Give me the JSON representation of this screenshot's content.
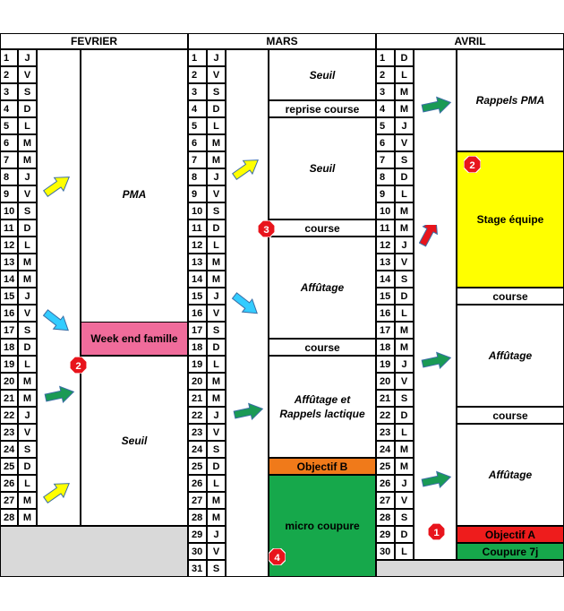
{
  "months": [
    {
      "name": "FEVRIER",
      "days": [
        {
          "n": "1",
          "d": "J"
        },
        {
          "n": "2",
          "d": "V"
        },
        {
          "n": "3",
          "d": "S"
        },
        {
          "n": "4",
          "d": "D"
        },
        {
          "n": "5",
          "d": "L"
        },
        {
          "n": "6",
          "d": "M"
        },
        {
          "n": "7",
          "d": "M"
        },
        {
          "n": "8",
          "d": "J"
        },
        {
          "n": "9",
          "d": "V"
        },
        {
          "n": "10",
          "d": "S"
        },
        {
          "n": "11",
          "d": "D"
        },
        {
          "n": "12",
          "d": "L"
        },
        {
          "n": "13",
          "d": "M"
        },
        {
          "n": "14",
          "d": "M"
        },
        {
          "n": "15",
          "d": "J"
        },
        {
          "n": "16",
          "d": "V"
        },
        {
          "n": "17",
          "d": "S"
        },
        {
          "n": "18",
          "d": "D"
        },
        {
          "n": "19",
          "d": "L"
        },
        {
          "n": "20",
          "d": "M"
        },
        {
          "n": "21",
          "d": "M"
        },
        {
          "n": "22",
          "d": "J"
        },
        {
          "n": "23",
          "d": "V"
        },
        {
          "n": "24",
          "d": "S"
        },
        {
          "n": "25",
          "d": "D"
        },
        {
          "n": "26",
          "d": "L"
        },
        {
          "n": "27",
          "d": "M"
        },
        {
          "n": "28",
          "d": "M"
        }
      ],
      "blocks": [
        {
          "label": "PMA",
          "start": 1,
          "end": 17,
          "bg": "#ffffff",
          "italic": true
        },
        {
          "label": "Week end famille",
          "start": 17,
          "end": 18,
          "bg": "#f06c9b",
          "italic": false
        },
        {
          "label": "Seuil",
          "start": 19,
          "end": 28,
          "bg": "#ffffff",
          "italic": true
        }
      ]
    },
    {
      "name": "MARS",
      "days": [
        {
          "n": "1",
          "d": "J"
        },
        {
          "n": "2",
          "d": "V"
        },
        {
          "n": "3",
          "d": "S"
        },
        {
          "n": "4",
          "d": "D"
        },
        {
          "n": "5",
          "d": "L"
        },
        {
          "n": "6",
          "d": "M"
        },
        {
          "n": "7",
          "d": "M"
        },
        {
          "n": "8",
          "d": "J"
        },
        {
          "n": "9",
          "d": "V"
        },
        {
          "n": "10",
          "d": "S"
        },
        {
          "n": "11",
          "d": "D"
        },
        {
          "n": "12",
          "d": "L"
        },
        {
          "n": "13",
          "d": "M"
        },
        {
          "n": "14",
          "d": "M"
        },
        {
          "n": "15",
          "d": "J"
        },
        {
          "n": "16",
          "d": "V"
        },
        {
          "n": "17",
          "d": "S"
        },
        {
          "n": "18",
          "d": "D"
        },
        {
          "n": "19",
          "d": "L"
        },
        {
          "n": "20",
          "d": "M"
        },
        {
          "n": "21",
          "d": "M"
        },
        {
          "n": "22",
          "d": "J"
        },
        {
          "n": "23",
          "d": "V"
        },
        {
          "n": "24",
          "d": "S"
        },
        {
          "n": "25",
          "d": "D"
        },
        {
          "n": "26",
          "d": "L"
        },
        {
          "n": "27",
          "d": "M"
        },
        {
          "n": "28",
          "d": "M"
        },
        {
          "n": "29",
          "d": "J"
        },
        {
          "n": "30",
          "d": "V"
        },
        {
          "n": "31",
          "d": "S"
        }
      ],
      "blocks": [
        {
          "label": "Seuil",
          "start": 1,
          "end": 3,
          "bg": "#ffffff",
          "italic": true
        },
        {
          "label": "reprise course",
          "start": 4,
          "end": 4,
          "bg": "#ffffff",
          "italic": false
        },
        {
          "label": "Seuil",
          "start": 5,
          "end": 10,
          "bg": "#ffffff",
          "italic": true
        },
        {
          "label": "course",
          "start": 11,
          "end": 11,
          "bg": "#ffffff",
          "italic": false
        },
        {
          "label": "Affûtage",
          "start": 12,
          "end": 17,
          "bg": "#ffffff",
          "italic": true
        },
        {
          "label": "course",
          "start": 18,
          "end": 18,
          "bg": "#ffffff",
          "italic": false
        },
        {
          "label": "Affûtage et\nRappels lactique",
          "start": 19,
          "end": 24,
          "bg": "#ffffff",
          "italic": true
        },
        {
          "label": "Objectif B",
          "start": 25,
          "end": 25,
          "bg": "#f07a1a",
          "italic": false
        },
        {
          "label": "micro coupure",
          "start": 26,
          "end": 31,
          "bg": "#16a84b",
          "italic": false
        }
      ]
    },
    {
      "name": "AVRIL",
      "days": [
        {
          "n": "1",
          "d": "D"
        },
        {
          "n": "2",
          "d": "L"
        },
        {
          "n": "3",
          "d": "M"
        },
        {
          "n": "4",
          "d": "M"
        },
        {
          "n": "5",
          "d": "J"
        },
        {
          "n": "6",
          "d": "V"
        },
        {
          "n": "7",
          "d": "S"
        },
        {
          "n": "8",
          "d": "D"
        },
        {
          "n": "9",
          "d": "L"
        },
        {
          "n": "10",
          "d": "M"
        },
        {
          "n": "11",
          "d": "M"
        },
        {
          "n": "12",
          "d": "J"
        },
        {
          "n": "13",
          "d": "V"
        },
        {
          "n": "14",
          "d": "S"
        },
        {
          "n": "15",
          "d": "D"
        },
        {
          "n": "16",
          "d": "L"
        },
        {
          "n": "17",
          "d": "M"
        },
        {
          "n": "18",
          "d": "M"
        },
        {
          "n": "19",
          "d": "J"
        },
        {
          "n": "20",
          "d": "V"
        },
        {
          "n": "21",
          "d": "S"
        },
        {
          "n": "22",
          "d": "D"
        },
        {
          "n": "23",
          "d": "L"
        },
        {
          "n": "24",
          "d": "M"
        },
        {
          "n": "25",
          "d": "M"
        },
        {
          "n": "26",
          "d": "J"
        },
        {
          "n": "27",
          "d": "V"
        },
        {
          "n": "28",
          "d": "S"
        },
        {
          "n": "29",
          "d": "D"
        },
        {
          "n": "30",
          "d": "L"
        }
      ],
      "blocks": [
        {
          "label": "Rappels PMA",
          "start": 1,
          "end": 6,
          "bg": "#ffffff",
          "italic": true
        },
        {
          "label": "Stage équipe",
          "start": 7,
          "end": 14,
          "bg": "#ffff00",
          "italic": false
        },
        {
          "label": "course",
          "start": 15,
          "end": 15,
          "bg": "#ffffff",
          "italic": false
        },
        {
          "label": "Affûtage",
          "start": 16,
          "end": 21,
          "bg": "#ffffff",
          "italic": true
        },
        {
          "label": "course",
          "start": 22,
          "end": 22,
          "bg": "#ffffff",
          "italic": false
        },
        {
          "label": "Affûtage",
          "start": 23,
          "end": 28,
          "bg": "#ffffff",
          "italic": true
        },
        {
          "label": "Objectif A",
          "start": 29,
          "end": 29,
          "bg": "#ee1c1c",
          "italic": false
        },
        {
          "label": "Coupure 7j",
          "start": 30,
          "end": 30,
          "bg": "#16a84b",
          "italic": false
        }
      ]
    }
  ],
  "badges": [
    {
      "label": "2",
      "month": 0,
      "day": 19
    },
    {
      "label": "3",
      "month": 1,
      "day": 11
    },
    {
      "label": "4",
      "month": 1,
      "day": 30
    },
    {
      "label": "2",
      "month": 2,
      "day": 7
    },
    {
      "label": "1",
      "month": 2,
      "day": 29
    }
  ],
  "arrows": [
    {
      "month": 0,
      "day": 9,
      "dir": "up",
      "color": "#ffff00",
      "name": "yellow-arrow-icon"
    },
    {
      "month": 0,
      "day": 16,
      "dir": "down",
      "color": "#33ccff",
      "name": "cyan-arrow-icon"
    },
    {
      "month": 0,
      "day": 21,
      "dir": "right",
      "color": "#1a9a55",
      "name": "green-arrow-icon"
    },
    {
      "month": 0,
      "day": 27,
      "dir": "up",
      "color": "#ffff00",
      "name": "yellow-arrow-icon"
    },
    {
      "month": 1,
      "day": 8,
      "dir": "up",
      "color": "#ffff00",
      "name": "yellow-arrow-icon"
    },
    {
      "month": 1,
      "day": 15,
      "dir": "down",
      "color": "#33ccff",
      "name": "cyan-arrow-icon"
    },
    {
      "month": 1,
      "day": 22,
      "dir": "right",
      "color": "#1a9a55",
      "name": "green-arrow-icon"
    },
    {
      "month": 2,
      "day": 4,
      "dir": "right",
      "color": "#1a9a55",
      "name": "green-arrow-icon"
    },
    {
      "month": 2,
      "day": 12,
      "dir": "steep",
      "color": "#e8141c",
      "name": "red-arrow-icon"
    },
    {
      "month": 2,
      "day": 19,
      "dir": "right",
      "color": "#1a9a55",
      "name": "green-arrow-icon"
    },
    {
      "month": 2,
      "day": 26,
      "dir": "right",
      "color": "#1a9a55",
      "name": "green-arrow-icon"
    }
  ]
}
